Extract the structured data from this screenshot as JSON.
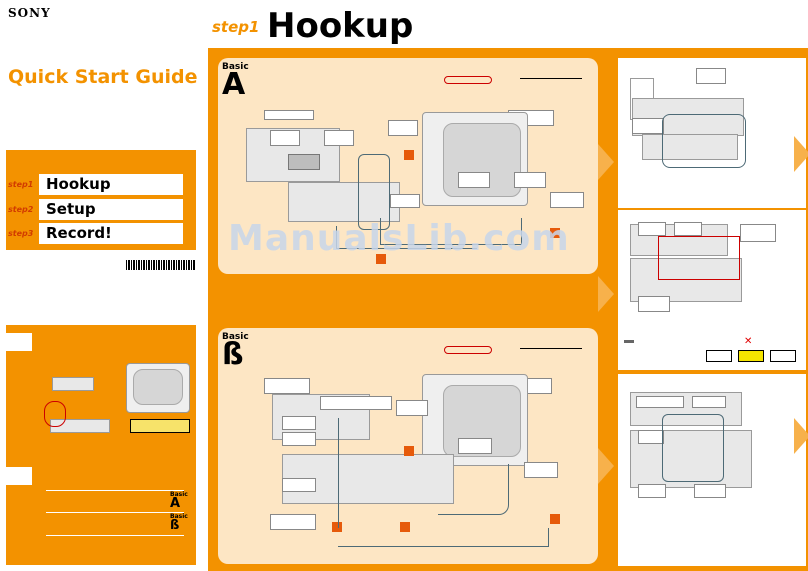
{
  "brand": "SONY",
  "guide_title": "Quick Start Guide",
  "steps": [
    {
      "num": "step1",
      "label": "Hookup"
    },
    {
      "num": "step2",
      "label": "Setup"
    },
    {
      "num": "step3",
      "label": "Record!"
    }
  ],
  "page_heading": {
    "step": "step1",
    "title": "Hookup"
  },
  "panels": [
    {
      "label": "Basic",
      "letter": "A"
    },
    {
      "label": "Basic",
      "letter": "ß"
    }
  ],
  "side_links": [
    {
      "label": "Basic",
      "letter": "A"
    },
    {
      "label": "Basic",
      "letter": "ß"
    }
  ],
  "watermark": "ManualsLib.com",
  "colors": {
    "accent": "#f39200",
    "panel": "#fde6c4",
    "marker": "#e65a0a"
  }
}
